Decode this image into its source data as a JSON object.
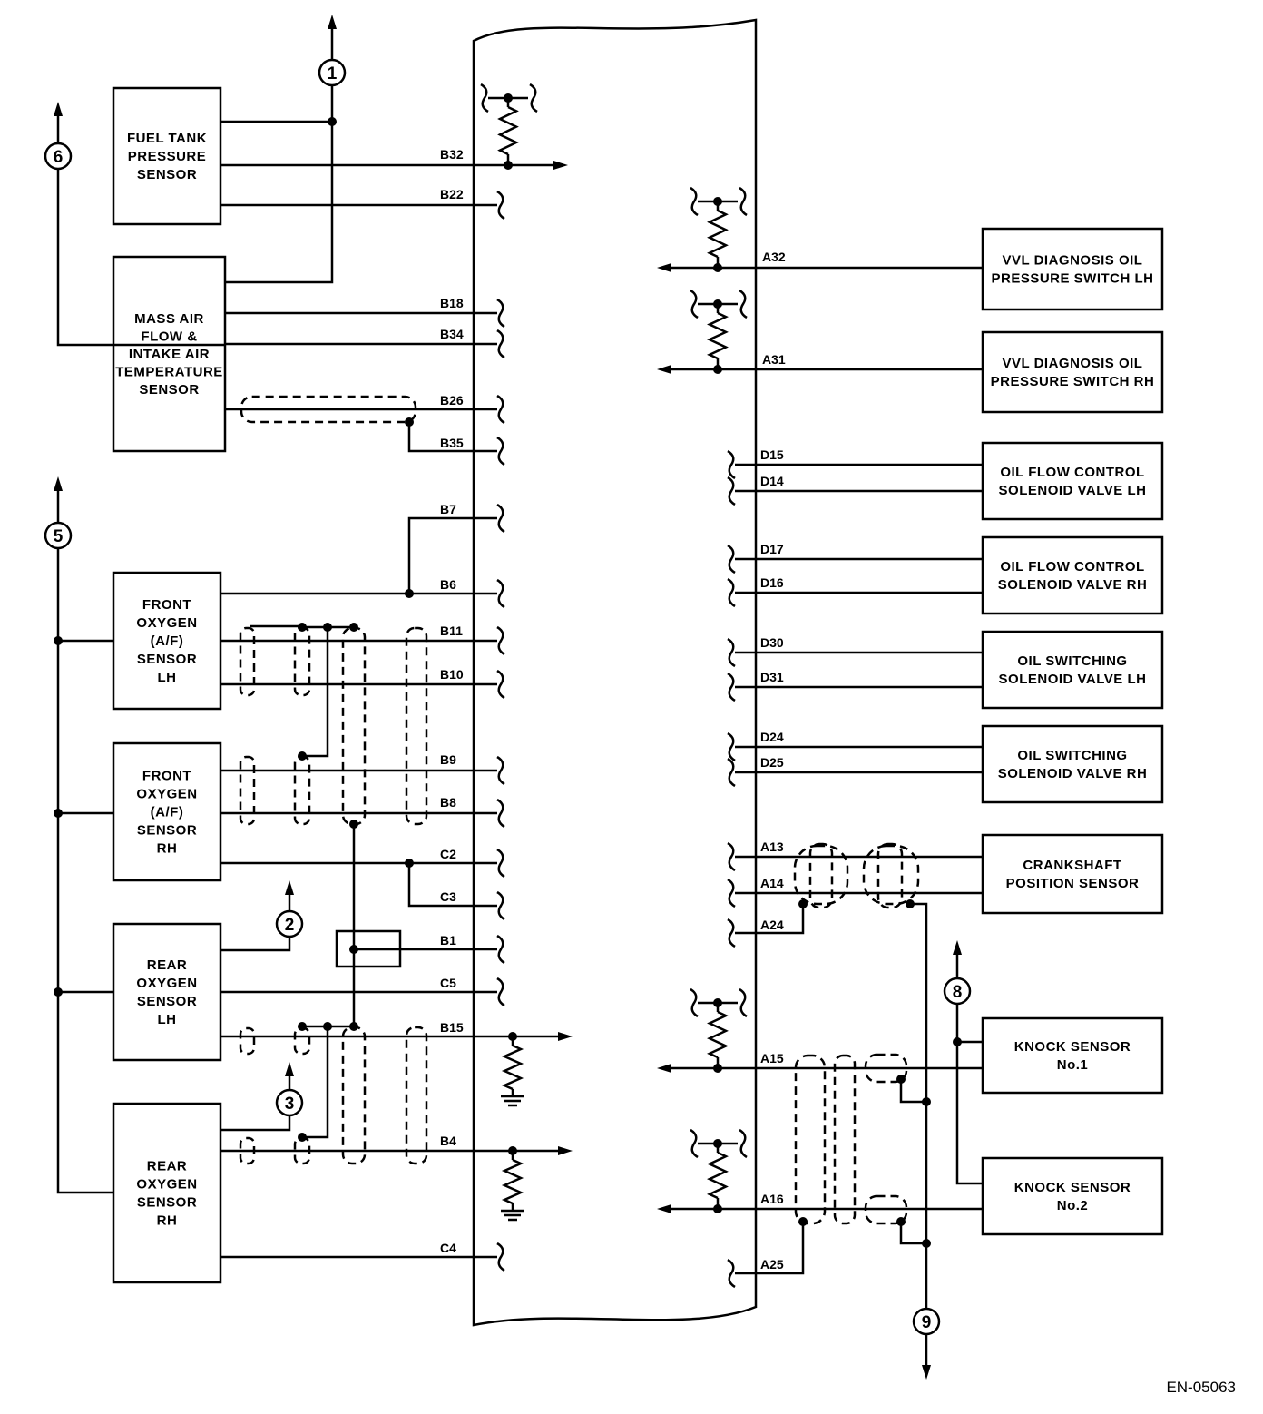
{
  "diagram_code": "EN-05063",
  "colors": {
    "line": "#000000",
    "background": "#ffffff"
  },
  "components": {
    "fuel_tank": [
      "FUEL TANK",
      "PRESSURE",
      "SENSOR"
    ],
    "maf": [
      "MASS AIR",
      "FLOW &",
      "INTAKE AIR",
      "TEMPERATURE",
      "SENSOR"
    ],
    "front_o2_lh": [
      "FRONT",
      "OXYGEN",
      "(A/F)",
      "SENSOR",
      "LH"
    ],
    "front_o2_rh": [
      "FRONT",
      "OXYGEN",
      "(A/F)",
      "SENSOR",
      "RH"
    ],
    "rear_o2_lh": [
      "REAR",
      "OXYGEN",
      "SENSOR",
      "LH"
    ],
    "rear_o2_rh": [
      "REAR",
      "OXYGEN",
      "SENSOR",
      "RH"
    ],
    "vvl_lh": [
      "VVL DIAGNOSIS OIL",
      "PRESSURE SWITCH LH"
    ],
    "vvl_rh": [
      "VVL DIAGNOSIS OIL",
      "PRESSURE SWITCH RH"
    ],
    "ofc_lh": [
      "OIL FLOW CONTROL",
      "SOLENOID VALVE LH"
    ],
    "ofc_rh": [
      "OIL FLOW CONTROL",
      "SOLENOID VALVE RH"
    ],
    "os_lh": [
      "OIL SWITCHING",
      "SOLENOID VALVE LH"
    ],
    "os_rh": [
      "OIL SWITCHING",
      "SOLENOID VALVE RH"
    ],
    "crank": [
      "CRANKSHAFT",
      "POSITION SENSOR"
    ],
    "knock1": [
      "KNOCK SENSOR",
      "No.1"
    ],
    "knock2": [
      "KNOCK SENSOR",
      "No.2"
    ]
  },
  "terminals": {
    "B32": "B32",
    "B22": "B22",
    "B18": "B18",
    "B34": "B34",
    "B26": "B26",
    "B35": "B35",
    "B7": "B7",
    "B6": "B6",
    "B11": "B11",
    "B10": "B10",
    "B9": "B9",
    "B8": "B8",
    "C2": "C2",
    "C3": "C3",
    "B1": "B1",
    "C5": "C5",
    "B15": "B15",
    "B4": "B4",
    "C4": "C4",
    "A32": "A32",
    "A31": "A31",
    "D15": "D15",
    "D14": "D14",
    "D17": "D17",
    "D16": "D16",
    "D30": "D30",
    "D31": "D31",
    "D24": "D24",
    "D25": "D25",
    "A13": "A13",
    "A14": "A14",
    "A24": "A24",
    "A15": "A15",
    "A16": "A16",
    "A25": "A25"
  },
  "connectors": {
    "c1": "1",
    "c2": "2",
    "c3": "3",
    "c5": "5",
    "c6": "6",
    "c8": "8",
    "c9": "9"
  }
}
